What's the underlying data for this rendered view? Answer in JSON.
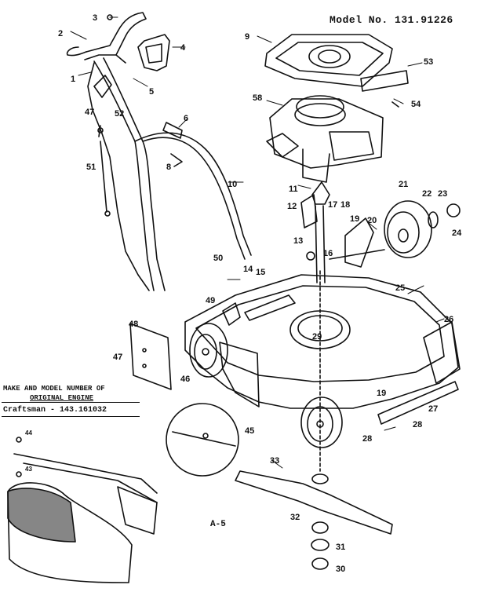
{
  "header": {
    "model_label": "Model No. 131.91226"
  },
  "engine_note": {
    "line1": "MAKE AND MODEL NUMBER OF",
    "line2": "ORIGINAL ENGINE",
    "line3": "Craftsman - 143.161032"
  },
  "page_label": "A-5",
  "callouts": [
    "3",
    "2",
    "1",
    "4",
    "5",
    "6",
    "47",
    "52",
    "9",
    "53",
    "58",
    "54",
    "51",
    "8",
    "10",
    "11",
    "12",
    "17",
    "18",
    "19",
    "20",
    "21",
    "22",
    "23",
    "24",
    "13",
    "16",
    "50",
    "14",
    "15",
    "49",
    "25",
    "48",
    "47",
    "46",
    "26",
    "29",
    "45",
    "19",
    "27",
    "28",
    "28",
    "33",
    "32",
    "31",
    "30",
    "44",
    "43"
  ]
}
